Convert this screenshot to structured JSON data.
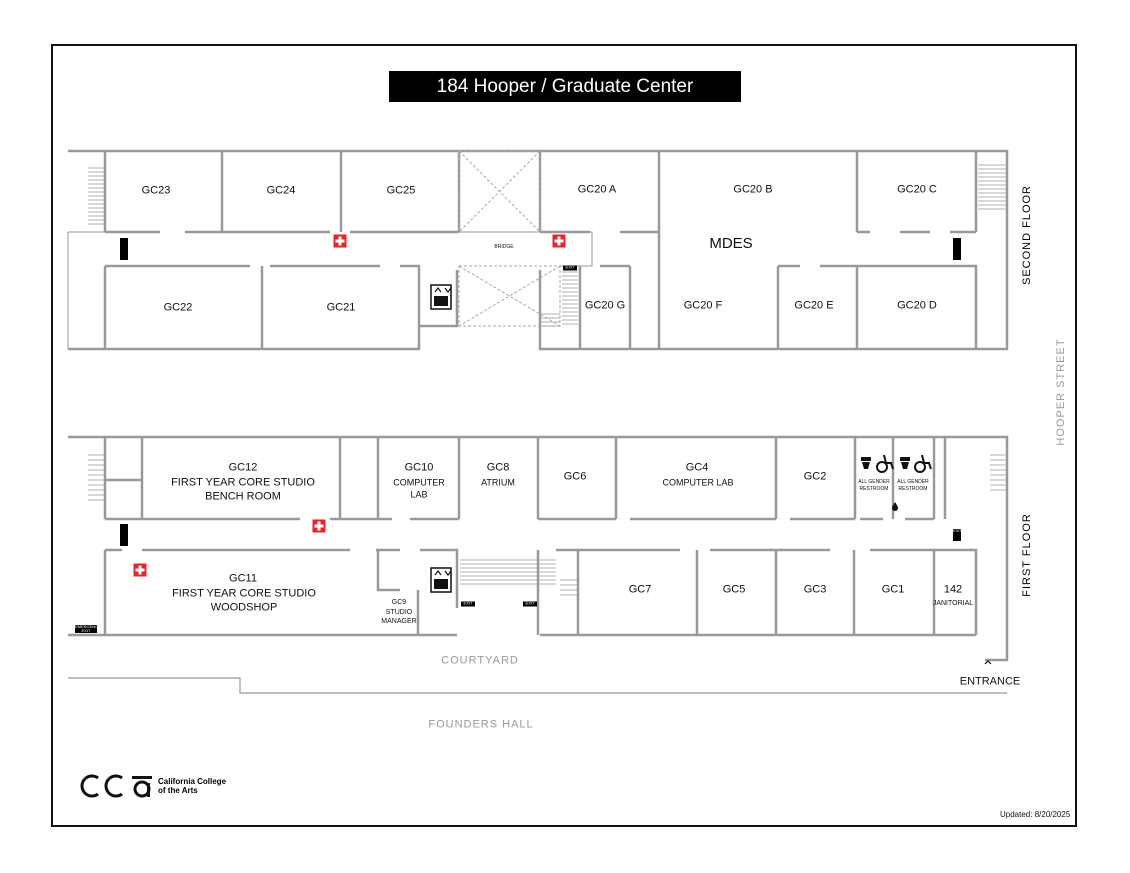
{
  "title": "184 Hooper / Graduate Center",
  "labels": {
    "second_floor": "SECOND FLOOR",
    "first_floor": "FIRST FLOOR",
    "hooper_street": "HOOPER STREET",
    "courtyard": "COURTYARD",
    "founders_hall": "FOUNDERS HALL",
    "entrance": "ENTRANCE",
    "bridge": "BRIDGE",
    "mdes": "MDES",
    "exit": "EXIT",
    "emergency_exit": "EMERGENCY EXIT",
    "updated": "Updated: 8/20/2025"
  },
  "second_floor_rooms": {
    "gc23": "GC23",
    "gc24": "GC24",
    "gc25": "GC25",
    "gc20a": "GC20 A",
    "gc20b": "GC20 B",
    "gc20c": "GC20 C",
    "gc22": "GC22",
    "gc21": "GC21",
    "gc20g": "GC20 G",
    "gc20f": "GC20 F",
    "gc20e": "GC20 E",
    "gc20d": "GC20 D"
  },
  "first_floor_rooms": {
    "gc12_code": "GC12",
    "gc12_name1": "FIRST YEAR CORE STUDIO",
    "gc12_name2": "BENCH ROOM",
    "gc10_code": "GC10",
    "gc10_name1": "COMPUTER",
    "gc10_name2": "LAB",
    "gc8_code": "GC8",
    "gc8_name": "ATRIUM",
    "gc6": "GC6",
    "gc4_code": "GC4",
    "gc4_name": "COMPUTER LAB",
    "gc2": "GC2",
    "restroom1_a": "ALL GENDER",
    "restroom1_b": "RESTROOM",
    "restroom2_a": "ALL GENDER",
    "restroom2_b": "RESTROOM",
    "gc11_code": "GC11",
    "gc11_name1": "FIRST YEAR CORE STUDIO",
    "gc11_name2": "WOODSHOP",
    "gc9_code": "GC9",
    "gc9_name1": "STUDIO",
    "gc9_name2": "MANAGER",
    "gc7": "GC7",
    "gc5": "GC5",
    "gc3": "GC3",
    "gc1": "GC1",
    "r142_code": "142",
    "r142_name": "JANITORIAL"
  },
  "logo": {
    "mark": "CCA",
    "line1": "California College",
    "line2": "of the Arts"
  },
  "colors": {
    "wall": "#999999",
    "first_aid": "#e8232a",
    "title_bg": "#000000"
  },
  "icons": [
    "first-aid-icon",
    "elevator-icon",
    "toilet-icon",
    "accessible-icon",
    "water-fountain-icon",
    "stairs-icon"
  ]
}
